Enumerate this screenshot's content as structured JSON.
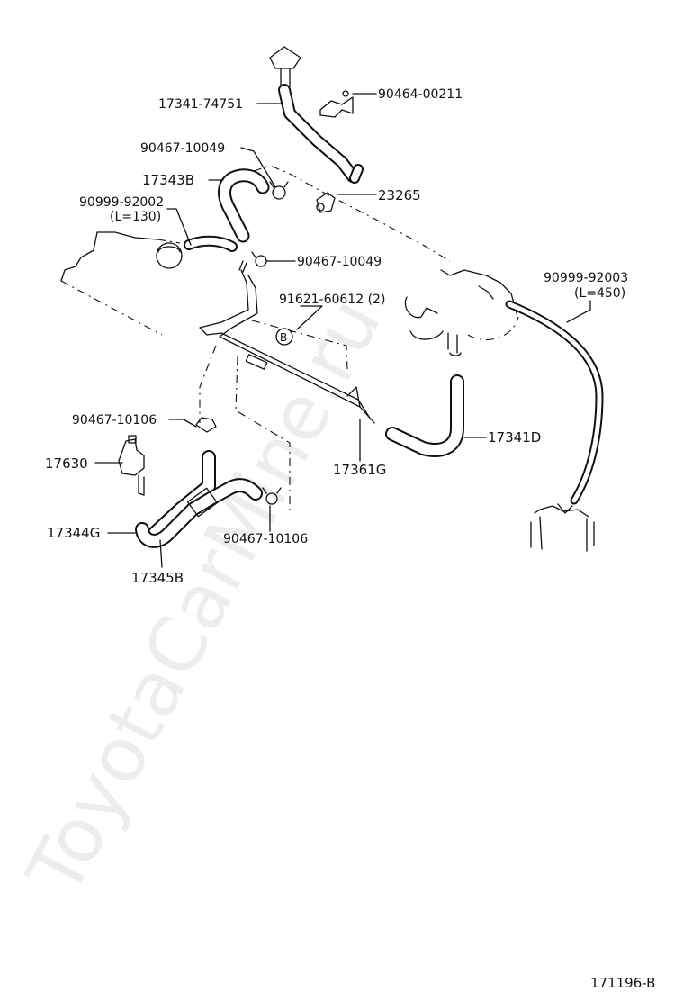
{
  "diagram": {
    "watermark": "ToyotaCarMine.ru",
    "figure_code": "171196-B",
    "callout_symbol": "B",
    "parts": [
      {
        "id": "p1",
        "label": "17341-74751"
      },
      {
        "id": "p2",
        "label": "90464-00211"
      },
      {
        "id": "p3",
        "label": "90467-10049"
      },
      {
        "id": "p4",
        "label": "17343B"
      },
      {
        "id": "p5",
        "label": "23265"
      },
      {
        "id": "p6",
        "label": "90999-92002"
      },
      {
        "id": "p7",
        "label": "(L=130)"
      },
      {
        "id": "p8",
        "label": "90467-10049"
      },
      {
        "id": "p9",
        "label": "91621-60612 (2)"
      },
      {
        "id": "p10",
        "label": "90999-92003"
      },
      {
        "id": "p11",
        "label": "(L=450)"
      },
      {
        "id": "p12",
        "label": "90467-10106"
      },
      {
        "id": "p13",
        "label": "17630"
      },
      {
        "id": "p14",
        "label": "17361G"
      },
      {
        "id": "p15",
        "label": "17341D"
      },
      {
        "id": "p16",
        "label": "17344G"
      },
      {
        "id": "p17",
        "label": "90467-10106"
      },
      {
        "id": "p18",
        "label": "17345B"
      }
    ]
  }
}
